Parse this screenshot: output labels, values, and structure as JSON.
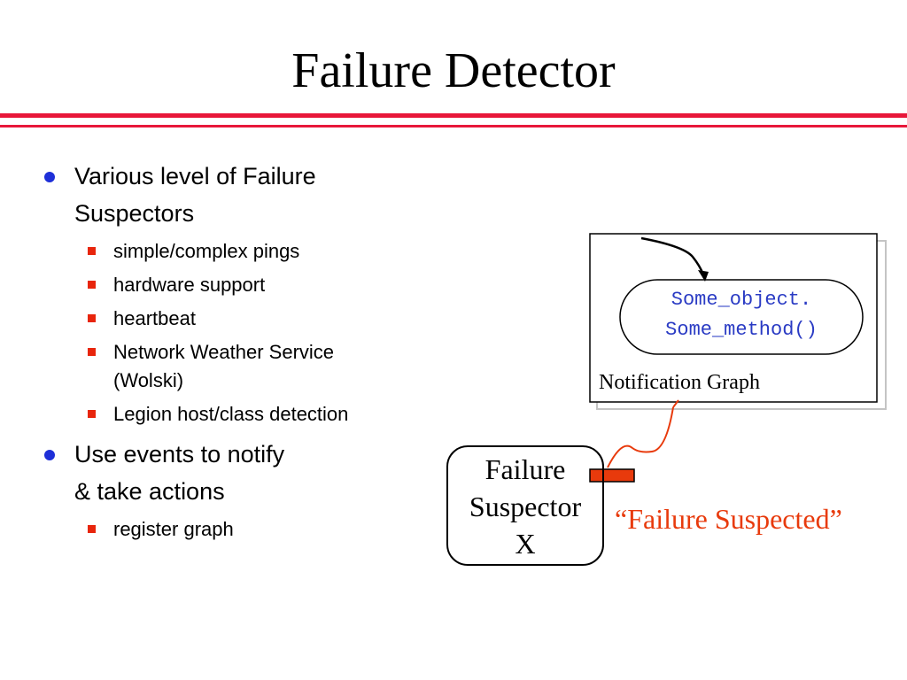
{
  "title": "Failure Detector",
  "colors": {
    "rule": "#e8173a",
    "bullet_dot": "#1e2fd8",
    "bullet_square": "#e8250c",
    "code_text": "#2a3bc4",
    "event_text": "#e83a0c"
  },
  "bullets": [
    {
      "text_line1": "Various level of Failure",
      "text_line2": "Suspectors",
      "sub": [
        {
          "text": "simple/complex pings"
        },
        {
          "text": "hardware support"
        },
        {
          "text": "heartbeat"
        },
        {
          "text_line1": "Network Weather Service",
          "text_line2": "(Wolski)"
        },
        {
          "text": "Legion host/class detection"
        }
      ]
    },
    {
      "text_line1": "Use events to notify",
      "text_line2": "& take actions",
      "sub": [
        {
          "text": "register graph"
        }
      ]
    }
  ],
  "diagram": {
    "method_line1": "Some_object.",
    "method_line2": "Some_method()",
    "graph_caption": "Notification Graph",
    "suspector_line1": "Failure",
    "suspector_line2": "Suspector",
    "suspector_line3": "X",
    "event_label": "“Failure Suspected”"
  }
}
